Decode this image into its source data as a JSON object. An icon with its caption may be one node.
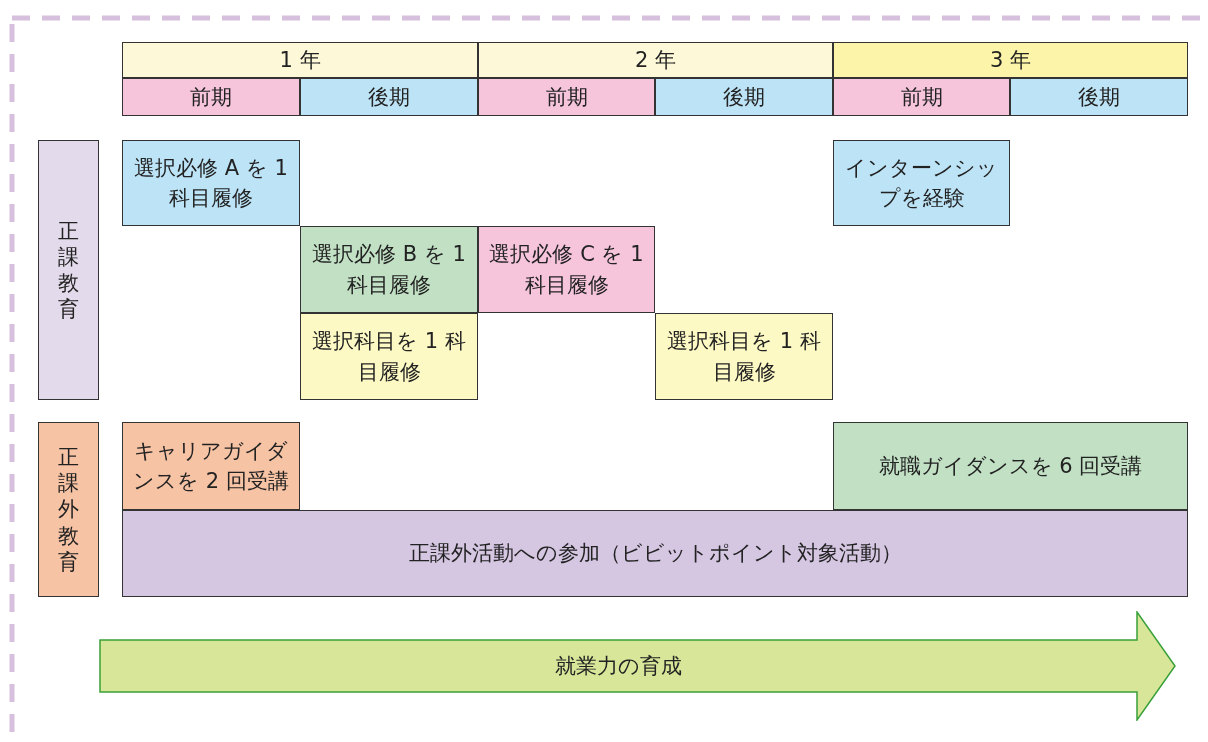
{
  "diagram": {
    "nodes": [
      {
        "text": [
          "1 年"
        ]
      },
      {
        "text": [
          "2 年"
        ]
      },
      {
        "text": [
          "3 年"
        ]
      },
      {
        "text": [
          "前期"
        ]
      },
      {
        "text": [
          "後期"
        ]
      },
      {
        "text": [
          "前期"
        ]
      },
      {
        "text": [
          "後期"
        ]
      },
      {
        "text": [
          "前期"
        ]
      },
      {
        "text": [
          "後期"
        ]
      },
      {
        "text": [
          "正課教育"
        ]
      },
      {
        "text": [
          "選択必修 A を 1 科目履修"
        ]
      },
      {
        "text": [
          "インターンシップを経験"
        ]
      },
      {
        "text": [
          "選択必修 B を 1 科目履修"
        ]
      },
      {
        "text": [
          "選択必修 C を 1 科目履修"
        ]
      },
      {
        "text": [
          "選択科目を 1 科目履修"
        ]
      },
      {
        "text": [
          "選択科目を 1 科目履修"
        ]
      },
      {
        "text": [
          "正課外教育"
        ]
      },
      {
        "text": [
          "キャリアガイダンスを 2 回受講"
        ]
      },
      {
        "text": [
          "就職ガイダンスを 6 回受講"
        ]
      },
      {
        "text": [
          "正課外活動への参加（ビビットポイント対象活動）"
        ]
      },
      {
        "text": [
          "就業力の育成"
        ]
      }
    ]
  }
}
